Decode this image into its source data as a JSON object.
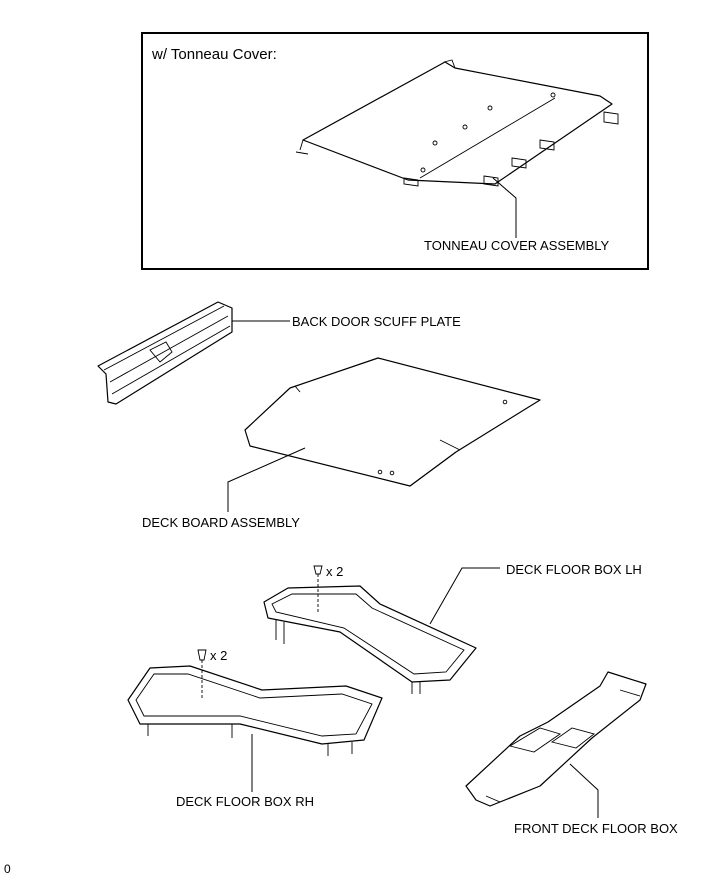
{
  "variant_note": "w/ Tonneau Cover:",
  "labels": {
    "tonneau_cover": "TONNEAU COVER ASSEMBLY",
    "back_door_scuff": "BACK DOOR SCUFF PLATE",
    "deck_board": "DECK BOARD ASSEMBLY",
    "deck_floor_lh": "DECK FLOOR BOX LH",
    "deck_floor_rh": "DECK FLOOR BOX RH",
    "front_deck_floor": "FRONT DECK FLOOR BOX"
  },
  "qty": {
    "lh_screws": "x 2",
    "rh_screws": "x 2"
  },
  "page_marker": "0"
}
